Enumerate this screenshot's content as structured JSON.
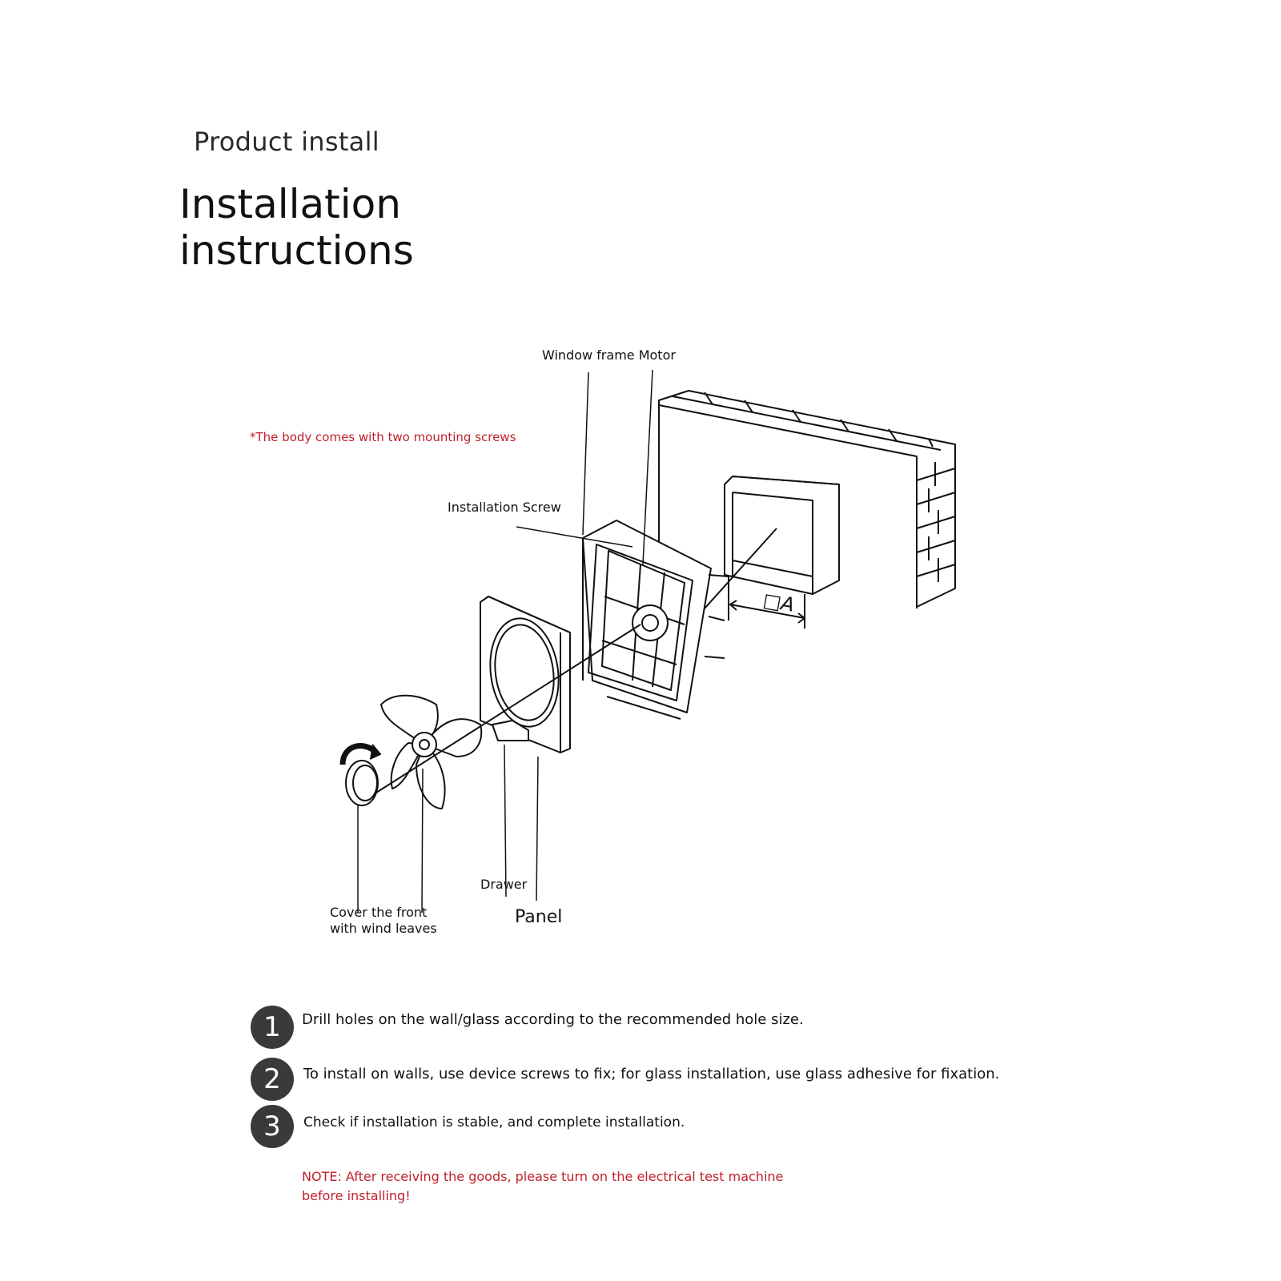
{
  "header": {
    "subtitle": "Product install",
    "title_line1": "Installation",
    "title_line2": "instructions"
  },
  "diagram": {
    "label_window_frame_motor": "Window frame Motor",
    "label_mounting_note": "*The body comes with two mounting screws",
    "label_installation_screw": "Installation Screw",
    "label_dim": "□A",
    "label_drawer": "Drawer",
    "label_panel": "Panel",
    "label_cover_line1": "Cover the front",
    "label_cover_line2": "with wind leaves"
  },
  "steps": [
    {
      "number": "1",
      "text": "Drill holes on the wall/glass according to the recommended hole size."
    },
    {
      "number": "2",
      "text": "To install on walls, use device screws to fix; for glass installation, use glass adhesive for fixation."
    },
    {
      "number": "3",
      "text": "Check if installation is stable, and complete installation."
    }
  ],
  "note": {
    "line1": "NOTE: After receiving the goods, please turn on the electrical test machine",
    "line2": "before installing!"
  },
  "colors": {
    "note_red": "#c0202a",
    "badge": "#3a3a3a"
  }
}
